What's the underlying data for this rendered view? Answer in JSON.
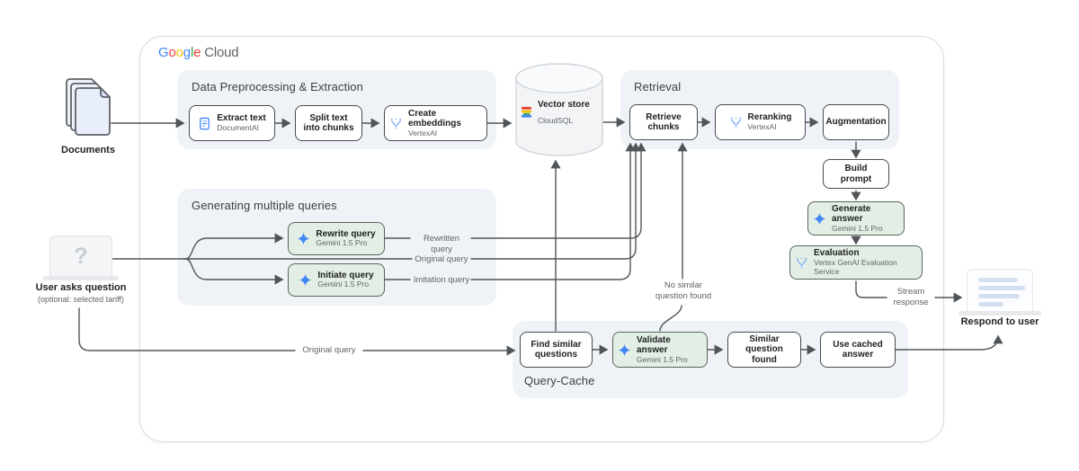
{
  "logo": {
    "letters": [
      {
        "ch": "G"
      },
      {
        "ch": "o"
      },
      {
        "ch": "o"
      },
      {
        "ch": "g"
      },
      {
        "ch": "l"
      },
      {
        "ch": "e"
      }
    ],
    "suffix": "Cloud"
  },
  "sections": {
    "preprocessing": {
      "title": "Data Preprocessing & Extraction"
    },
    "retrieval": {
      "title": "Retrieval"
    },
    "multi_queries": {
      "title": "Generating multiple queries"
    },
    "query_cache": {
      "title": "Query-Cache"
    }
  },
  "nodes": {
    "extract_text": {
      "title": "Extract text",
      "subtitle": "DocumentAI"
    },
    "split_text": {
      "title": "Split text into chunks"
    },
    "create_embeddings": {
      "title": "Create embeddings",
      "subtitle": "VertexAI"
    },
    "vector_store": {
      "title": "Vector store",
      "subtitle": "CloudSQL"
    },
    "retrieve_chunks": {
      "title": "Retrieve chunks"
    },
    "reranking": {
      "title": "Reranking",
      "subtitle": "VertexAI"
    },
    "augmentation": {
      "title": "Augmentation"
    },
    "build_prompt": {
      "title": "Build prompt"
    },
    "generate_answer": {
      "title": "Generate answer",
      "subtitle": "Gemini 1.5 Pro"
    },
    "evaluation": {
      "title": "Evaluation",
      "subtitle": "Vertex GenAI Evaluation Service"
    },
    "rewrite_query": {
      "title": "Rewrite query",
      "subtitle": "Gemini 1.5 Pro"
    },
    "initiate_query": {
      "title": "Initiate query",
      "subtitle": "Gemini 1.5 Pro"
    },
    "find_similar": {
      "title": "Find similar questions"
    },
    "validate_answer": {
      "title": "Validate answer",
      "subtitle": "Gemini 1.5 Pro"
    },
    "similar_found": {
      "title": "Similar question found"
    },
    "use_cached": {
      "title": "Use cached answer"
    }
  },
  "endpoints": {
    "documents": {
      "label": "Documents"
    },
    "user": {
      "label": "User asks question",
      "sublabel": "(optional: selected tariff)",
      "glyph": "?"
    },
    "respond": {
      "label": "Respond to user"
    }
  },
  "edge_labels": {
    "rewritten_query": "Rewritten query",
    "original_query_mid": "Original query",
    "imitation_query": "Imitation query",
    "original_query_bottom": "Original query",
    "no_similar": "No similar question found",
    "stream_response": "Stream response"
  },
  "colors": {
    "google_blue": "#4285F4",
    "google_red": "#EA4335",
    "google_yellow": "#FBBC04",
    "google_green": "#34A853",
    "green_node_fill": "#e3efe5",
    "section_fill": "#eff3f8",
    "connector": "#50555a"
  }
}
